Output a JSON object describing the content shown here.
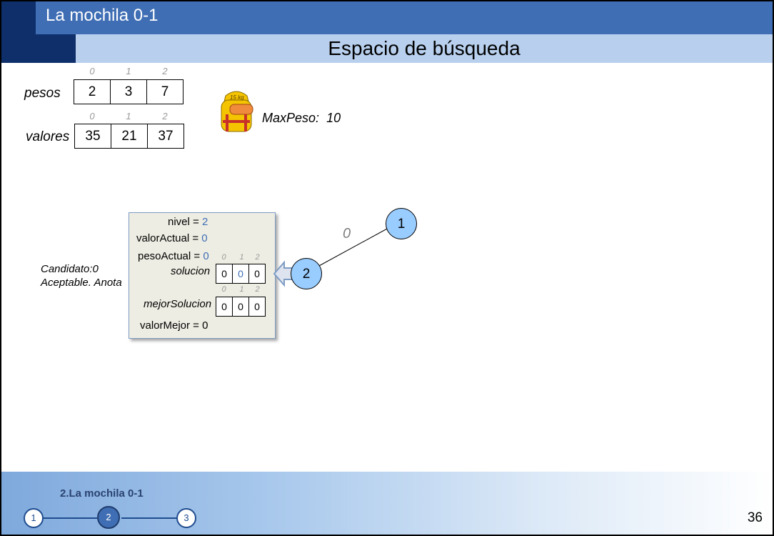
{
  "header": {
    "title": "La mochila 0-1",
    "subtitle": "Espacio de búsqueda"
  },
  "pesos": {
    "label": "pesos",
    "indices": [
      "0",
      "1",
      "2"
    ],
    "values": [
      "2",
      "3",
      "7"
    ]
  },
  "valores": {
    "label": "valores",
    "indices": [
      "0",
      "1",
      "2"
    ],
    "values": [
      "35",
      "21",
      "37"
    ]
  },
  "backpack": {
    "icon": "backpack-icon",
    "tag": "15 kg",
    "maxpeso_label": "MaxPeso:",
    "maxpeso_value": "10"
  },
  "state": {
    "nivel_label": "nivel = ",
    "nivel_value": "2",
    "valorActual_label": "valorActual = ",
    "valorActual_value": "0",
    "pesoActual_label": "pesoActual = ",
    "pesoActual_value": "0",
    "solucion_label": "solucion",
    "solucion_indices": [
      "0",
      "1",
      "2"
    ],
    "solucion_values": [
      "0",
      "0",
      "0"
    ],
    "mejorSolucion_label": "mejorSolucion",
    "mejorSolucion_indices": [
      "0",
      "1",
      "2"
    ],
    "mejorSolucion_values": [
      "0",
      "0",
      "0"
    ],
    "valorMejor_label": "valorMejor = 0"
  },
  "candidate": {
    "line1": "Candidato:0",
    "line2": "Aceptable. Anota"
  },
  "tree": {
    "node_root": "1",
    "node_child": "2",
    "edge_label": "0"
  },
  "footer": {
    "section_title": "2.La mochila 0-1",
    "steps": [
      "1",
      "2",
      "3"
    ],
    "active_step": "2",
    "page_number": "36"
  },
  "colors": {
    "header_bar": "#3f6eb4",
    "header_accent": "#0f2f6b",
    "subheader_bar": "#b8d0ee",
    "node_fill": "#99ccff",
    "highlight_value": "#3f6eb4",
    "state_box": "#eeede3"
  }
}
